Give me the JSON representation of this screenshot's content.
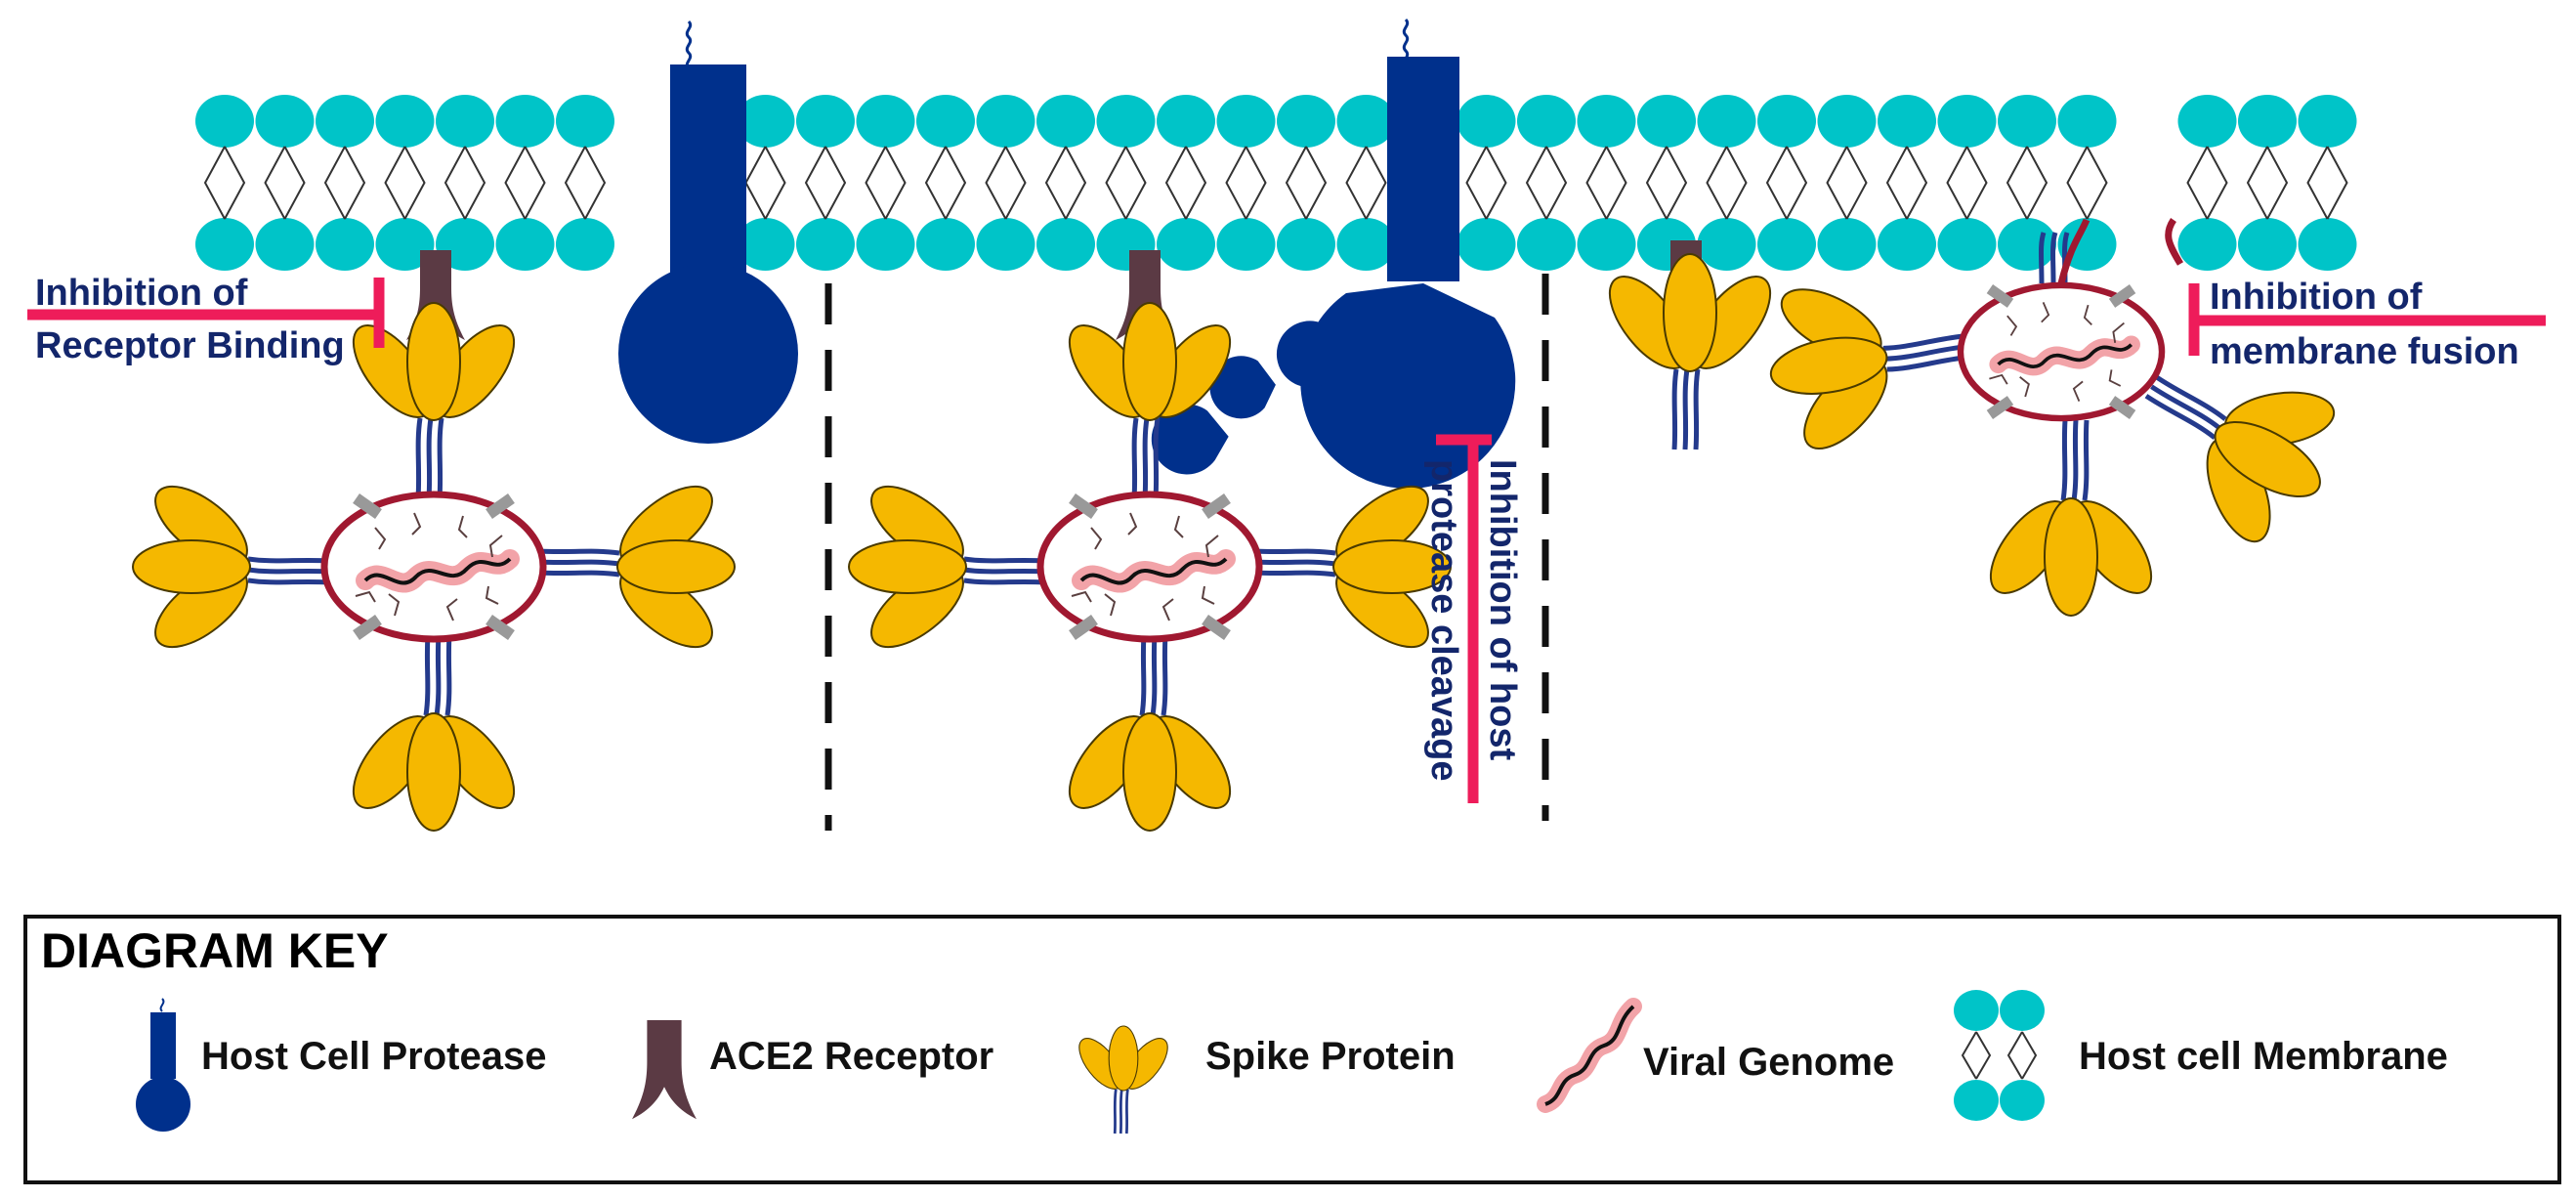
{
  "annotations": {
    "receptor_binding": [
      "Inhibition of",
      "Receptor Binding"
    ],
    "protease_cleavage": [
      "Inhibition of host",
      "protease cleavage"
    ],
    "membrane_fusion": [
      "Inhibition of",
      "membrane fusion"
    ]
  },
  "key": {
    "title": "DIAGRAM KEY",
    "items": [
      {
        "label": "Host Cell Protease",
        "icon": "protease-icon"
      },
      {
        "label": "ACE2 Receptor",
        "icon": "ace2-receptor-icon"
      },
      {
        "label": "Spike Protein",
        "icon": "spike-protein-icon"
      },
      {
        "label": "Viral Genome",
        "icon": "viral-genome-icon"
      },
      {
        "label": "Host cell Membrane",
        "icon": "membrane-icon"
      }
    ]
  },
  "colors": {
    "lipid_head": "#00c4c8",
    "protease": "#00308c",
    "ace2": "#5b3a44",
    "spike": "#f5b800",
    "virion_ring": "#a01830",
    "genome_glow": "#f2a3a8",
    "inhibitor": "#ee1c5a",
    "label_text": "#13266b"
  }
}
